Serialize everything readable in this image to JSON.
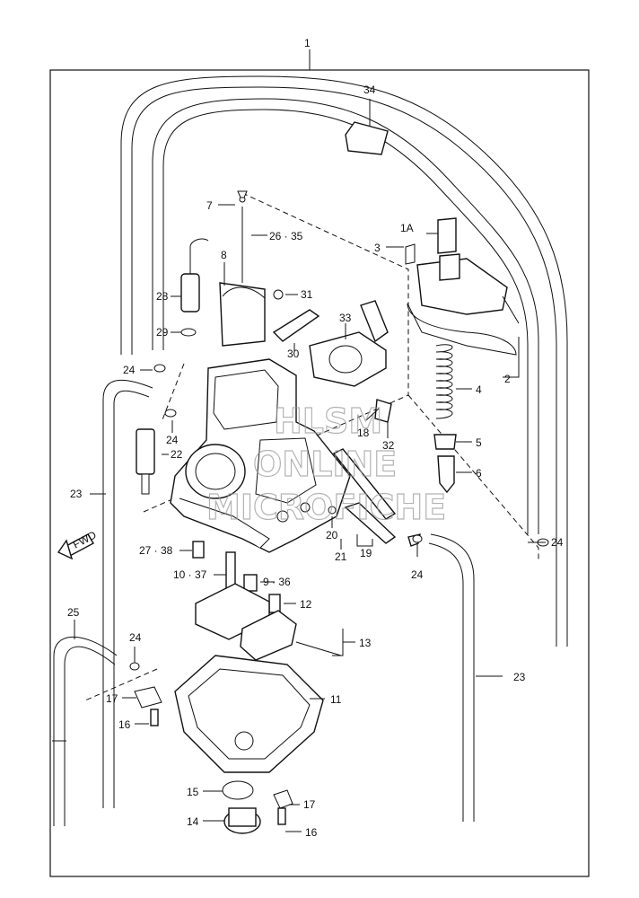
{
  "labels": {
    "l1": "1",
    "l1a": "1A",
    "l2": "2",
    "l3": "3",
    "l4": "4",
    "l5": "5",
    "l6": "6",
    "l7": "7",
    "l8": "8",
    "l9": "9 · 36",
    "l10": "10 · 37",
    "l11": "11",
    "l12": "12",
    "l13": "13",
    "l14": "14",
    "l15": "15",
    "l16a": "16",
    "l16b": "16",
    "l17a": "17",
    "l17b": "17",
    "l18": "18",
    "l19": "19",
    "l20": "20",
    "l21": "21",
    "l22": "22",
    "l23a": "23",
    "l23b": "23",
    "l24a": "24",
    "l24b": "24",
    "l24c": "24",
    "l24d": "24",
    "l24e": "24",
    "l25": "25",
    "l26": "26 · 35",
    "l27": "27 · 38",
    "l28": "28",
    "l29": "29",
    "l30": "30",
    "l31": "31",
    "l32": "32",
    "l33": "33",
    "l34": "34"
  },
  "direction_marker": "FWD",
  "watermark": {
    "line1": "HLSM",
    "line2": "ONLINE",
    "line3": "MICROFICHE"
  }
}
